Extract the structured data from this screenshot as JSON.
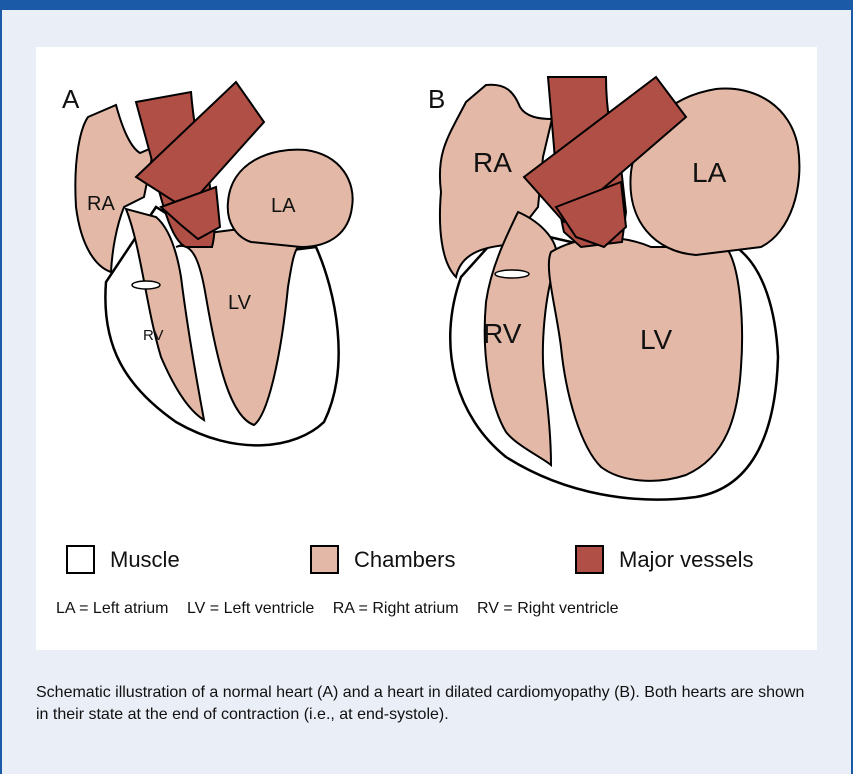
{
  "colors": {
    "muscle": "#ffffff",
    "chambers": "#e3b8a6",
    "major_vessels": "#b04f45",
    "border": "#1a5aa6",
    "background": "#eaeef7"
  },
  "hearts": {
    "a": {
      "letter": "A",
      "labels": {
        "ra": "RA",
        "la": "LA",
        "rv": "RV",
        "lv": "LV"
      }
    },
    "b": {
      "letter": "B",
      "labels": {
        "ra": "RA",
        "la": "LA",
        "rv": "RV",
        "lv": "LV"
      }
    }
  },
  "legend": {
    "muscle": "Muscle",
    "chambers": "Chambers",
    "vessels": "Major vessels"
  },
  "abbreviations": {
    "la": "LA = Left atrium",
    "lv": "LV = Left ventricle",
    "ra": "RA = Right atrium",
    "rv": "RV = Right ventricle"
  },
  "caption": "Schematic illustration of a normal heart (A) and a heart in dilated cardiomyopathy (B). Both hearts are shown in their state at the end of contraction (i.e., at end-systole)."
}
